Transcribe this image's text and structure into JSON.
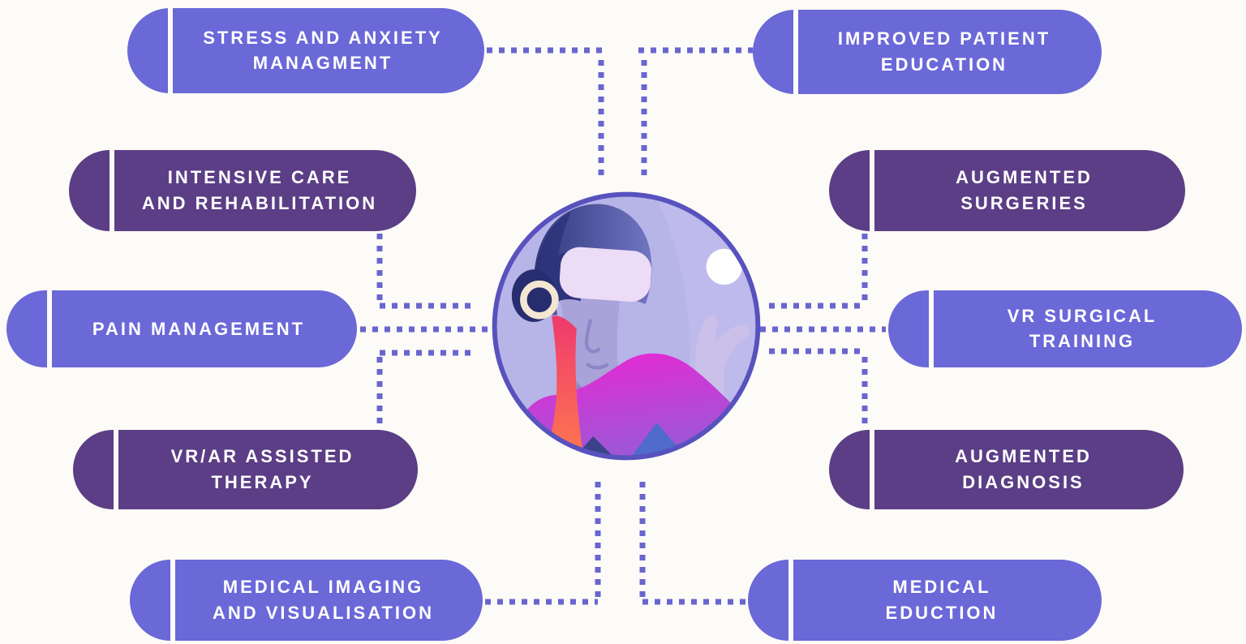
{
  "title": "VR/AR applications in healthcare diagram",
  "colors": {
    "background": "#fdfbf7",
    "light_pill": "#6b68d8",
    "dark_pill": "#5b3e85",
    "dot": "#6965cf",
    "circle_border": "#5852be",
    "circle_fill": "#b7b4e8",
    "text": "#ffffff"
  },
  "center": {
    "illustration": "person-wearing-vr-headset"
  },
  "pills": {
    "left": [
      {
        "label": "STRESS AND ANXIETY\nMANAGMENT",
        "style": "light"
      },
      {
        "label": "INTENSIVE CARE\nAND REHABILITATION",
        "style": "dark"
      },
      {
        "label": "PAIN MANAGEMENT",
        "style": "light"
      },
      {
        "label": "VR/AR ASSISTED\nTHERAPY",
        "style": "dark"
      },
      {
        "label": "MEDICAL IMAGING\nAND VISUALISATION",
        "style": "light"
      }
    ],
    "right": [
      {
        "label": "IMPROVED PATIENT\nEDUCATION",
        "style": "light"
      },
      {
        "label": "AUGMENTED\nSURGERIES",
        "style": "dark"
      },
      {
        "label": "VR SURGICAL\nTRAINING",
        "style": "light"
      },
      {
        "label": "AUGMENTED\nDIAGNOSIS",
        "style": "dark"
      },
      {
        "label": "MEDICAL\nEDUCTION",
        "style": "light"
      }
    ]
  }
}
